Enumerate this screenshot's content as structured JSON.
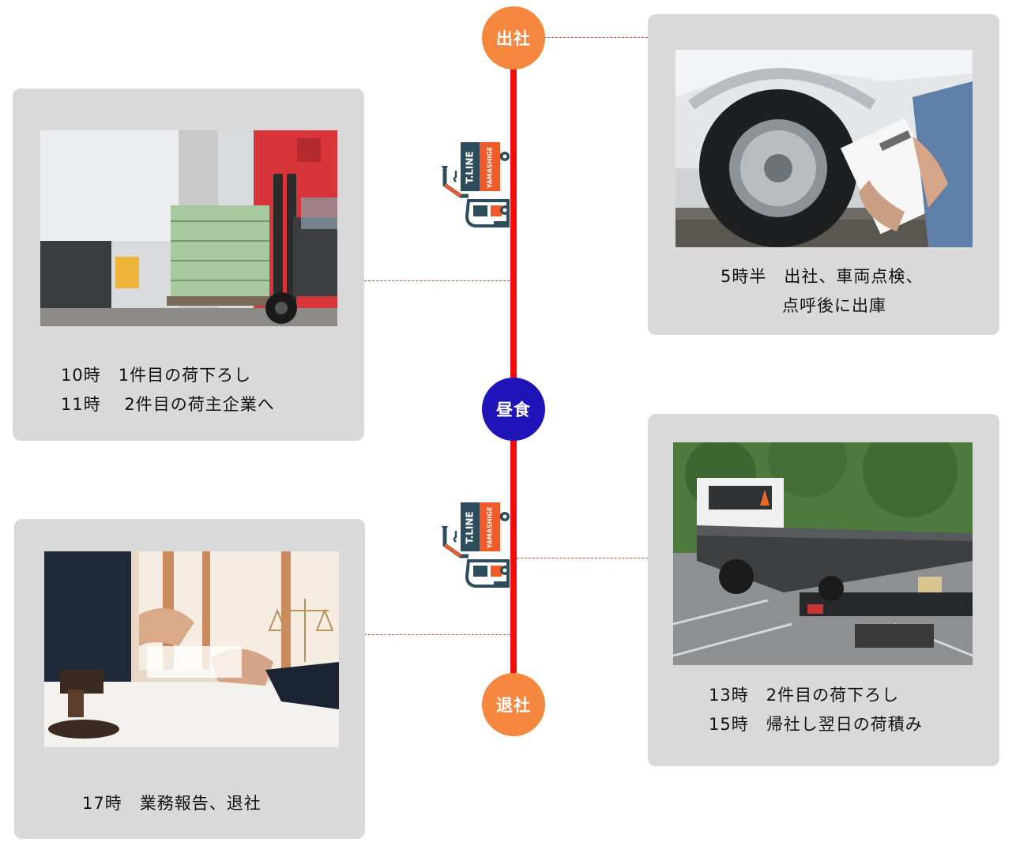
{
  "colors": {
    "timeline": "#f20d0d",
    "node_orange": "#f5873f",
    "node_blue": "#1f14b8",
    "card_bg": "#d9d9d9",
    "connector": "#d64545"
  },
  "nodes": {
    "start": "出社",
    "lunch": "昼食",
    "end": "退社"
  },
  "truck_logo": {
    "line1": "T.LINE",
    "line2": "YAMASHIGE"
  },
  "cards": {
    "morning_check": {
      "line1": "5時半　出社、車両点検、",
      "line2": "点呼後に出庫"
    },
    "first_delivery": {
      "line1": "10時　1件目の荷下ろし",
      "line2": "11時　 2件目の荷主企業へ"
    },
    "afternoon": {
      "line1": "13時　2件目の荷下ろし",
      "line2": "15時　帰社し翌日の荷積み"
    },
    "report": {
      "line1": "17時　業務報告、退社"
    }
  }
}
